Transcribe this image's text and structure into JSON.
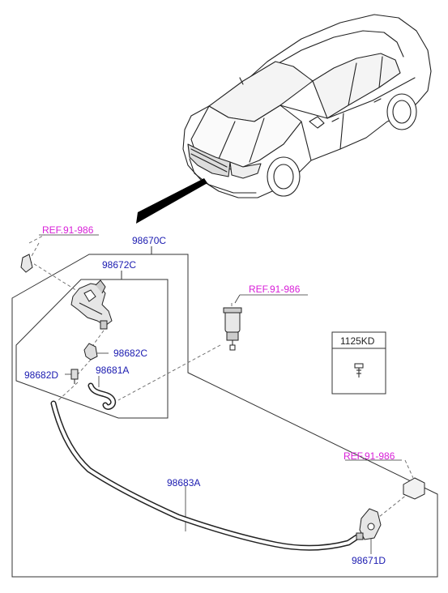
{
  "colors": {
    "part_label": "#1a1ab0",
    "reference_label": "#d81fd8",
    "line": "#333333",
    "dashed_line": "#666666",
    "background": "#ffffff"
  },
  "labels": {
    "ref_top_left": "REF.91-986",
    "ref_middle": "REF.91-986",
    "ref_bottom_right": "REF.91-986",
    "assembly": "98670C",
    "bracket_assembly": "98672C",
    "connector_c": "98682C",
    "connector_d": "98682D",
    "short_hose": "98681A",
    "long_hose": "98683A",
    "nozzle": "98671D",
    "fastener": "1125KD"
  },
  "icons": {
    "car": "sedan-car-illustration",
    "fastener": "screw-icon",
    "motor": "washer-motor-icon",
    "nozzle": "washer-nozzle-icon",
    "bracket": "bracket-icon",
    "grommet": "grommet-icon"
  }
}
